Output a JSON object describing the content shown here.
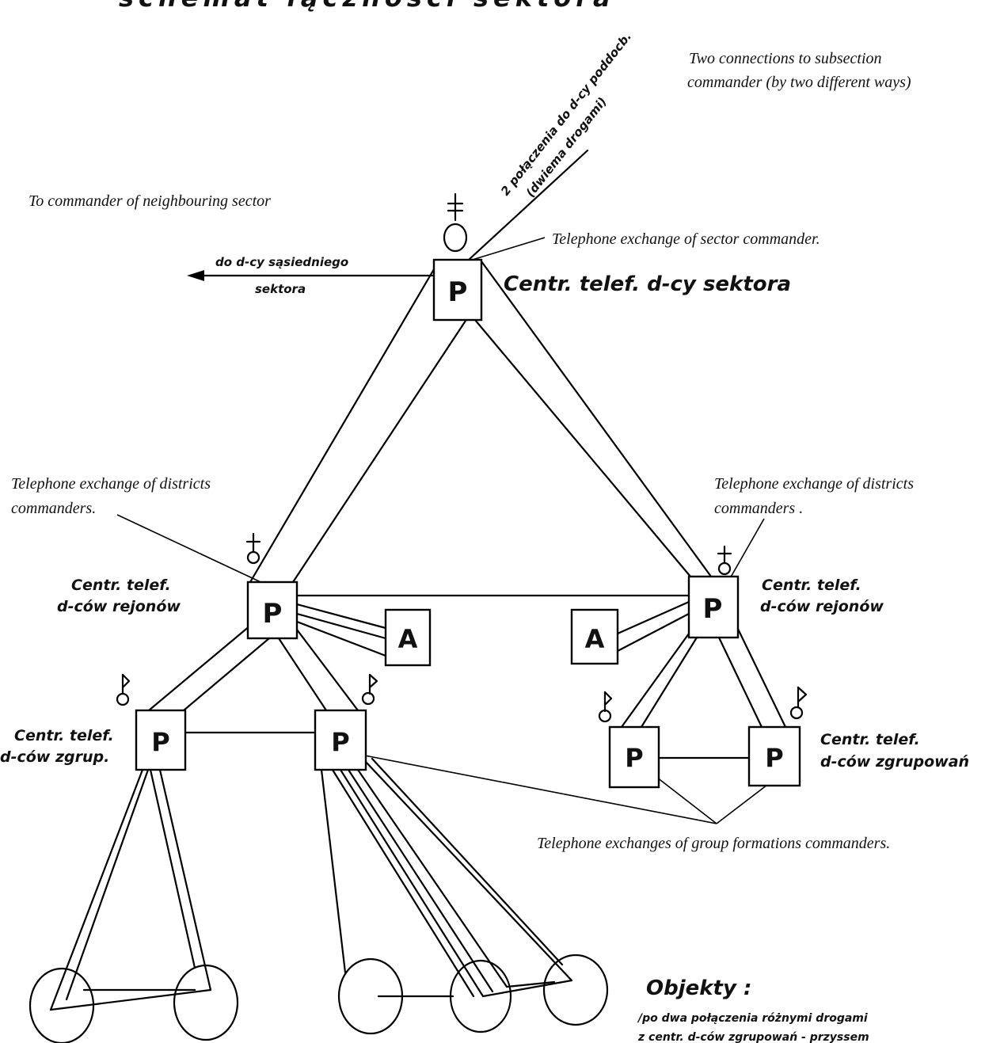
{
  "header": {
    "title": "schemat łączności sektora"
  },
  "annotations": {
    "two_connections_l1": "Two connections to subsection",
    "two_connections_l2": "commander (by two different ways)",
    "to_neighbour": "To commander of neighbouring sector",
    "tel_sector": "Telephone exchange of sector commander.",
    "tel_districts_left_l1": "Telephone exchange of districts",
    "tel_districts_left_l2": "commanders.",
    "tel_districts_right_l1": "Telephone exchange of districts",
    "tel_districts_right_l2": "commanders .",
    "tel_groups": "Telephone exchanges of group formations commanders."
  },
  "polish": {
    "diag_l1": "2 połączenia do d-cy poddocb.",
    "diag_l2": "(dwiema drogami)",
    "neigh_l1": "do d-cy sąsiedniego",
    "neigh_l2": "sektora",
    "sector_label": "Centr. telef. d-cy sektora",
    "district_left_l1": "Centr. telef.",
    "district_left_l2": "d-ców rejonów",
    "district_right_l1": "Centr. telef.",
    "district_right_l2": "d-ców rejonów",
    "group_left_l1": "Centr. telef.",
    "group_left_l2": "d-ców zgrup.",
    "group_right_l1": "Centr. telef.",
    "group_right_l2": "d-ców zgrupowań",
    "objects_title": "Objekty :",
    "objects_l1": "/po dwa połączenia różnymi drogami",
    "objects_l2": "z centr. d-ców zgrupowań - przyssem"
  },
  "nodes": {
    "sector": "P",
    "district_left": "P",
    "district_right": "P",
    "aux_left": "A",
    "aux_right": "A",
    "group_ll": "P",
    "group_lr": "P",
    "group_rl": "P",
    "group_rr": "P"
  }
}
